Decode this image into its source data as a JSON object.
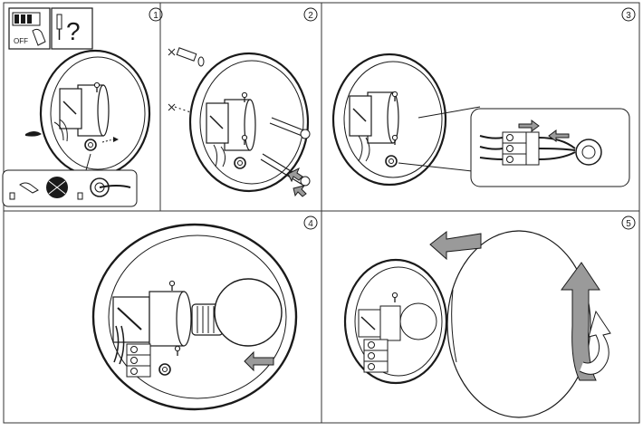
{
  "panels": [
    {
      "number": "1",
      "off_label": "OFF",
      "question_mark": "?"
    },
    {
      "number": "2"
    },
    {
      "number": "3"
    },
    {
      "number": "4"
    },
    {
      "number": "5"
    }
  ],
  "icons": {
    "off_switch": "breaker-switch-off-icon",
    "tools": "screw-and-plug-icon",
    "arrow": "push-arrow-icon",
    "rotate": "rotate-arrow-icon"
  },
  "colors": {
    "line": "#1a1a1a",
    "arrow_fill": "#9a9a9a",
    "panel_border": "#333333"
  }
}
